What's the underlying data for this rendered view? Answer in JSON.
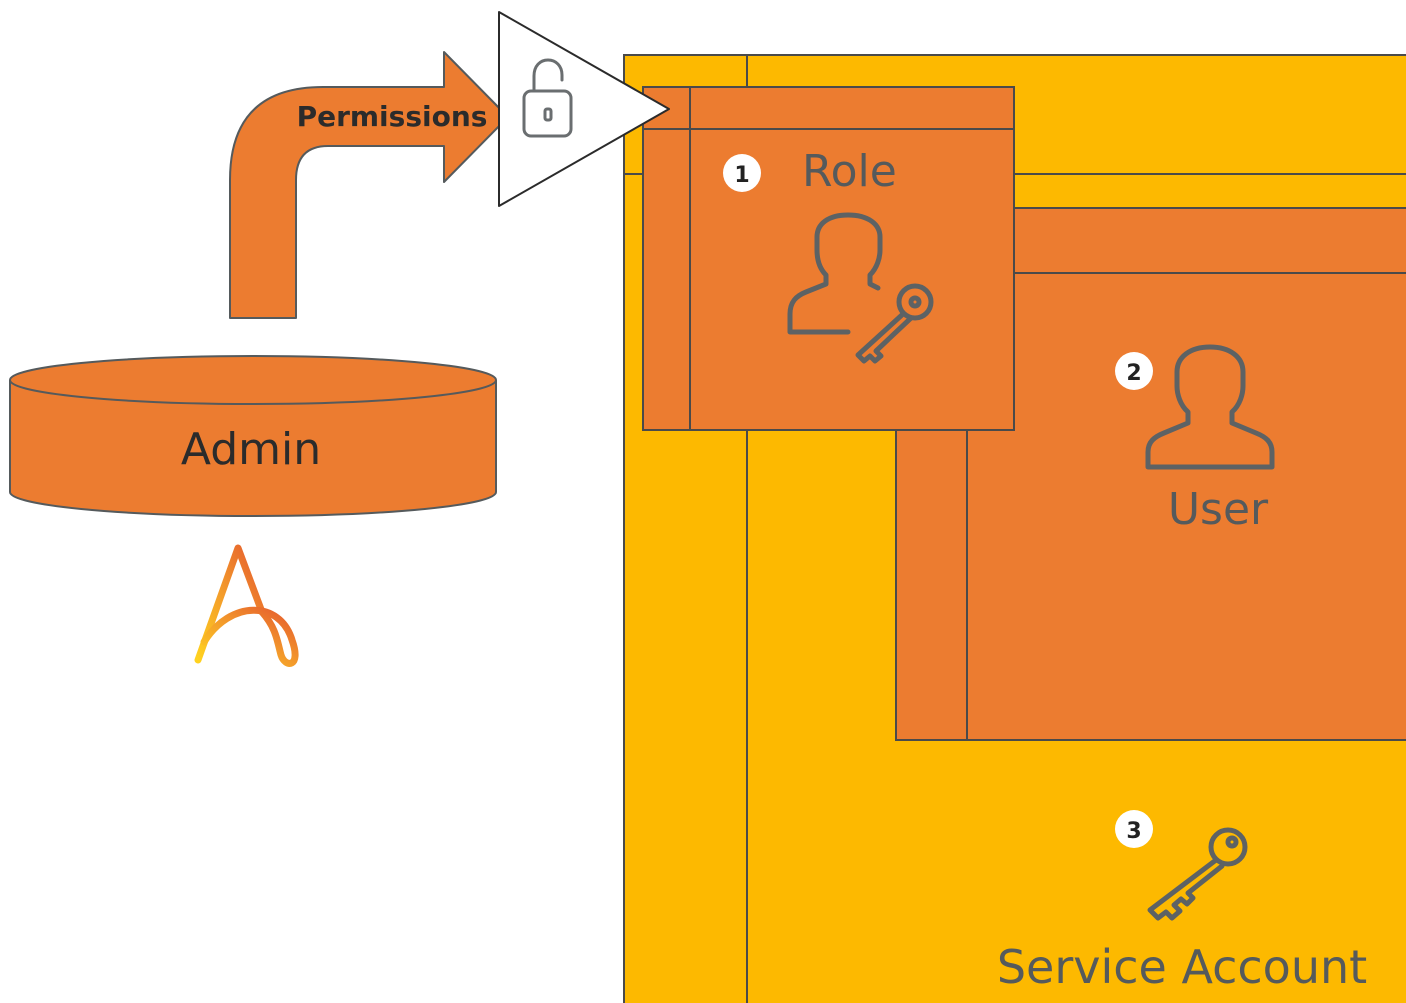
{
  "arrow": {
    "label": "Permissions"
  },
  "admin": {
    "label": "Admin"
  },
  "role": {
    "number": "1",
    "label": "Role"
  },
  "user": {
    "number": "2",
    "label": "User"
  },
  "service_account": {
    "number": "3",
    "label": "Service Account"
  },
  "colors": {
    "orange": "#ec7c30",
    "yellow": "#fdb900",
    "outline": "#555a5c",
    "icon_stroke": "#5d6264",
    "white": "#ffffff"
  },
  "icons": {
    "role": "user-key-icon",
    "user": "user-icon",
    "service_account": "key-icon",
    "lock": "unlocked-padlock-icon",
    "logo": "automation-anywhere-logo"
  }
}
